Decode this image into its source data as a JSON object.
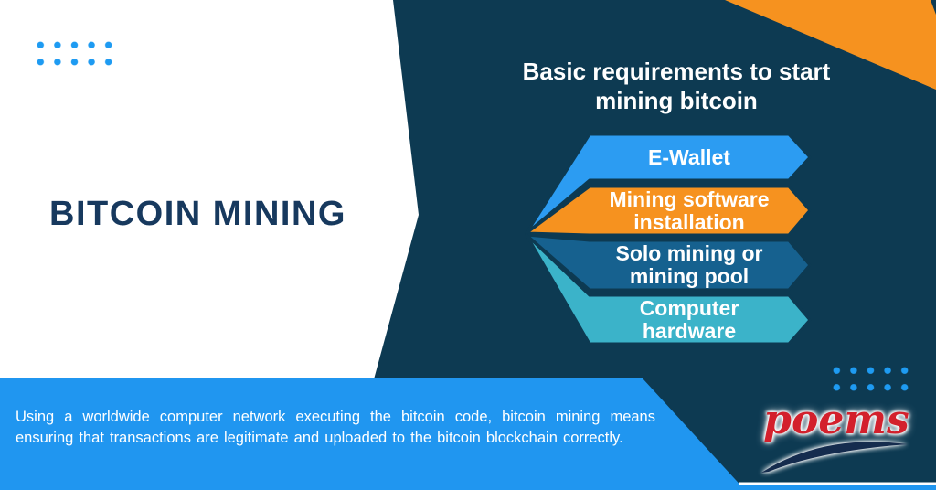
{
  "colors": {
    "navy": "#0D3A52",
    "blue": "#2C9CF2",
    "orange": "#F6921F",
    "midblue": "#16618F",
    "teal": "#3BB3C9",
    "footer_blue": "#2096F0",
    "dot_blue": "#1E9BF2",
    "title_navy": "#17395E",
    "logo_red": "#D3202C",
    "swoosh_navy": "#152C4E",
    "white": "#FFFFFF"
  },
  "left_panel": {
    "title": "BITCOIN MINING"
  },
  "right_panel": {
    "heading_line1": "Basic requirements to start",
    "heading_line2": "mining bitcoin",
    "requirements": [
      {
        "label": "E-Wallet",
        "color": "#2C9CF2"
      },
      {
        "label": "Mining software installation",
        "color": "#F6921F"
      },
      {
        "label": "Solo mining or mining pool",
        "color": "#16618F"
      },
      {
        "label": "Computer hardware",
        "color": "#3BB3C9"
      }
    ]
  },
  "footer": {
    "description": "Using a worldwide computer network executing the bitcoin code, bitcoin mining means ensuring that transactions are legitimate and uploaded to the bitcoin blockchain correctly."
  },
  "brand": {
    "logo_text": "poems"
  }
}
